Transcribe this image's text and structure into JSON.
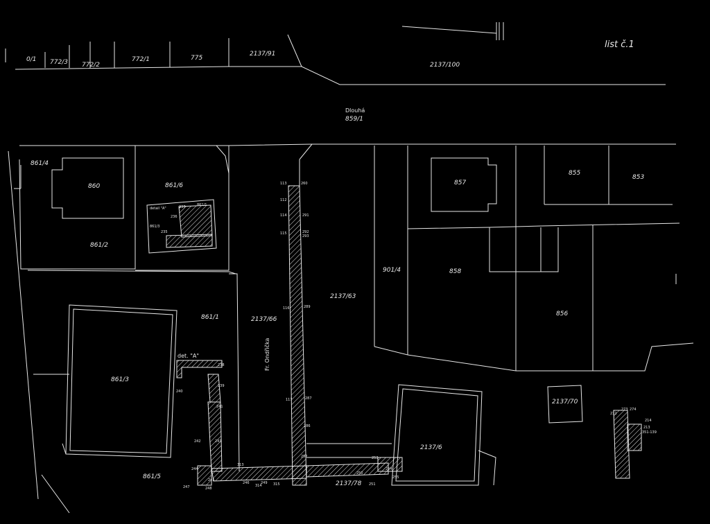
{
  "sheet": {
    "label": "list č.1"
  },
  "street": {
    "name": "Dlouhá",
    "number": "859/1"
  },
  "side_street": {
    "name": "Fr. Ondřička"
  },
  "parcels": [
    {
      "id": "p-0-1",
      "label": "0/1"
    },
    {
      "id": "p-772-3",
      "label": "772/3"
    },
    {
      "id": "p-772-2",
      "label": "772/2"
    },
    {
      "id": "p-772-1",
      "label": "772/1"
    },
    {
      "id": "p-775",
      "label": "775"
    },
    {
      "id": "p-2137-91",
      "label": "2137/91"
    },
    {
      "id": "p-2137-100",
      "label": "2137/100"
    },
    {
      "id": "p-861-4",
      "label": "861/4"
    },
    {
      "id": "p-860",
      "label": "860"
    },
    {
      "id": "p-861-6",
      "label": "861/6"
    },
    {
      "id": "p-861-2",
      "label": "861/2"
    },
    {
      "id": "p-857",
      "label": "857"
    },
    {
      "id": "p-855",
      "label": "855"
    },
    {
      "id": "p-853",
      "label": "853"
    },
    {
      "id": "p-901-4",
      "label": "901/4"
    },
    {
      "id": "p-858",
      "label": "858"
    },
    {
      "id": "p-2137-63",
      "label": "2137/63"
    },
    {
      "id": "p-856",
      "label": "856"
    },
    {
      "id": "p-861-1",
      "label": "861/1"
    },
    {
      "id": "p-2137-66",
      "label": "2137/66"
    },
    {
      "id": "p-861-3",
      "label": "861/3"
    },
    {
      "id": "p-2137-70",
      "label": "2137/70"
    },
    {
      "id": "p-2137-6",
      "label": "2137/6"
    },
    {
      "id": "p-861-5",
      "label": "861/5"
    },
    {
      "id": "p-2137-78",
      "label": "2137/78"
    }
  ],
  "detail": {
    "title_top": "detail \"A\"",
    "title_left": "det. \"A\"",
    "parcel_a": "861/1",
    "parcel_b": "861/3",
    "points": [
      "237",
      "236",
      "235",
      "238",
      "239",
      "240",
      "241"
    ]
  },
  "points": {
    "top": [
      "113",
      "260",
      "112",
      "291",
      "114",
      "292",
      "115",
      "293"
    ],
    "mid": [
      "116",
      "289",
      "117",
      "287",
      "286"
    ],
    "low": [
      "242",
      "243",
      "244",
      "245",
      "246",
      "247",
      "248",
      "249",
      "250",
      "251",
      "252",
      "253",
      "254",
      "255",
      "313",
      "314",
      "315"
    ],
    "right": [
      "273",
      "274",
      "212",
      "214",
      "213",
      "351-139"
    ]
  }
}
